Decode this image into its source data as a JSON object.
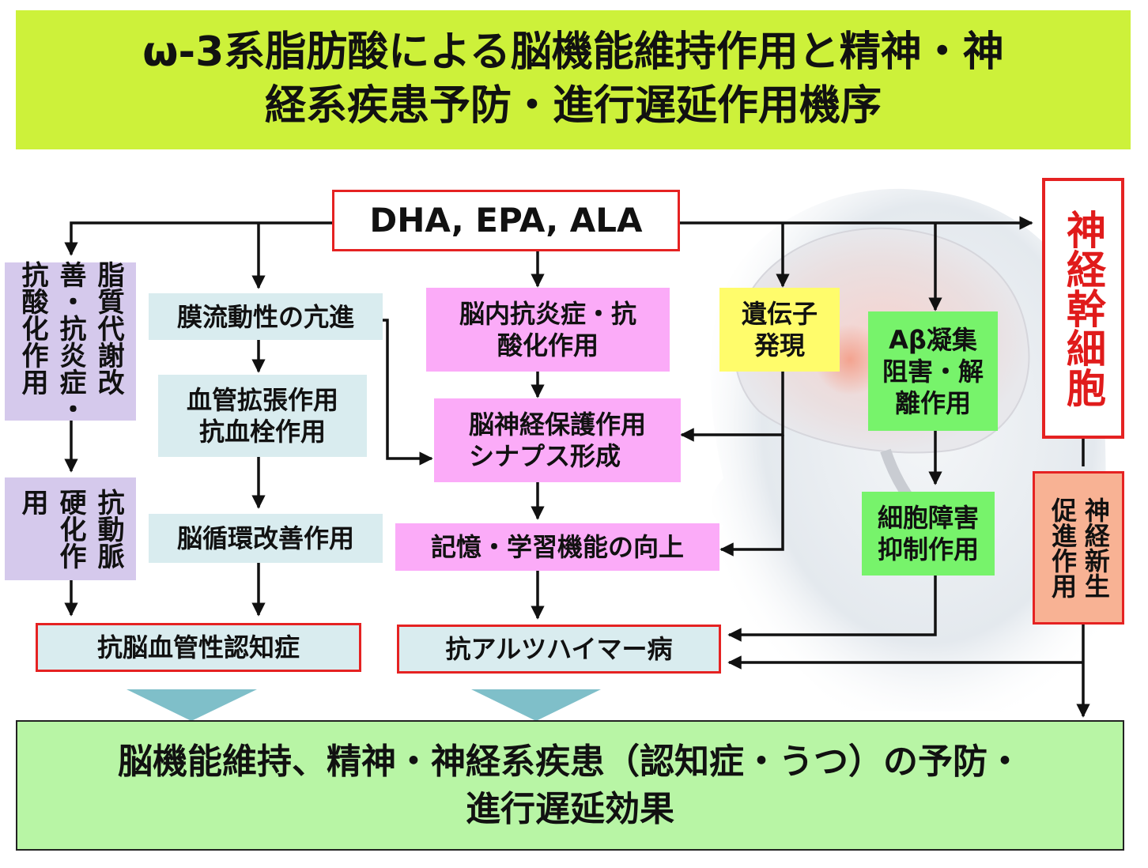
{
  "title": {
    "line1": "ω-3系脂肪酸による脳機能維持作用と精神・神",
    "line2": "経系疾患予防・進行遅延作用機序"
  },
  "source": "DHA, EPA, ALA",
  "stem_cell": "神経幹細胞",
  "left": {
    "lipid": {
      "col1": "脂質代謝改",
      "col2": "善・抗炎症・",
      "col3": "抗酸化作用"
    },
    "artery": {
      "col1": "抗動脈",
      "col2": "硬化作",
      "col3": "用"
    }
  },
  "membrane": "膜流動性の亢進",
  "vasodilation": {
    "line1": "血管拡張作用",
    "line2": "抗血栓作用"
  },
  "circulation": "脳循環改善作用",
  "anti_vascular_dementia": "抗脳血管性認知症",
  "anti_inflammation": {
    "line1": "脳内抗炎症・抗",
    "line2": "酸化作用"
  },
  "neuroprotection": {
    "line1": "脳神経保護作用",
    "line2": "シナプス形成"
  },
  "memory": "記憶・学習機能の向上",
  "anti_alzheimer": "抗アルツハイマー病",
  "gene": {
    "line1": "遺伝子",
    "line2": "発現"
  },
  "abeta": {
    "line1": "Aβ凝集",
    "line2": "阻害・解",
    "line3": "離作用"
  },
  "cell_damage": {
    "line1": "細胞障害",
    "line2": "抑制作用"
  },
  "neurogenesis": {
    "col1": "神経新生",
    "col2": "促進作用"
  },
  "result": {
    "line1": "脳機能維持、精神・神経系疾患（認知症・うつ）の予防・",
    "line2": "進行遅延効果"
  },
  "colors": {
    "title_bg": "#cdf13a",
    "result_bg": "#b8f5a5",
    "light_blue": "#d9ecef",
    "lavender": "#d5c9ec",
    "pink": "#fbabf8",
    "yellow": "#fffc6b",
    "green": "#77f36b",
    "peach": "#f8b294",
    "red_border": "#e52222",
    "stem_text": "#e01b1b",
    "arrow_teal": "#7fbfc9"
  }
}
